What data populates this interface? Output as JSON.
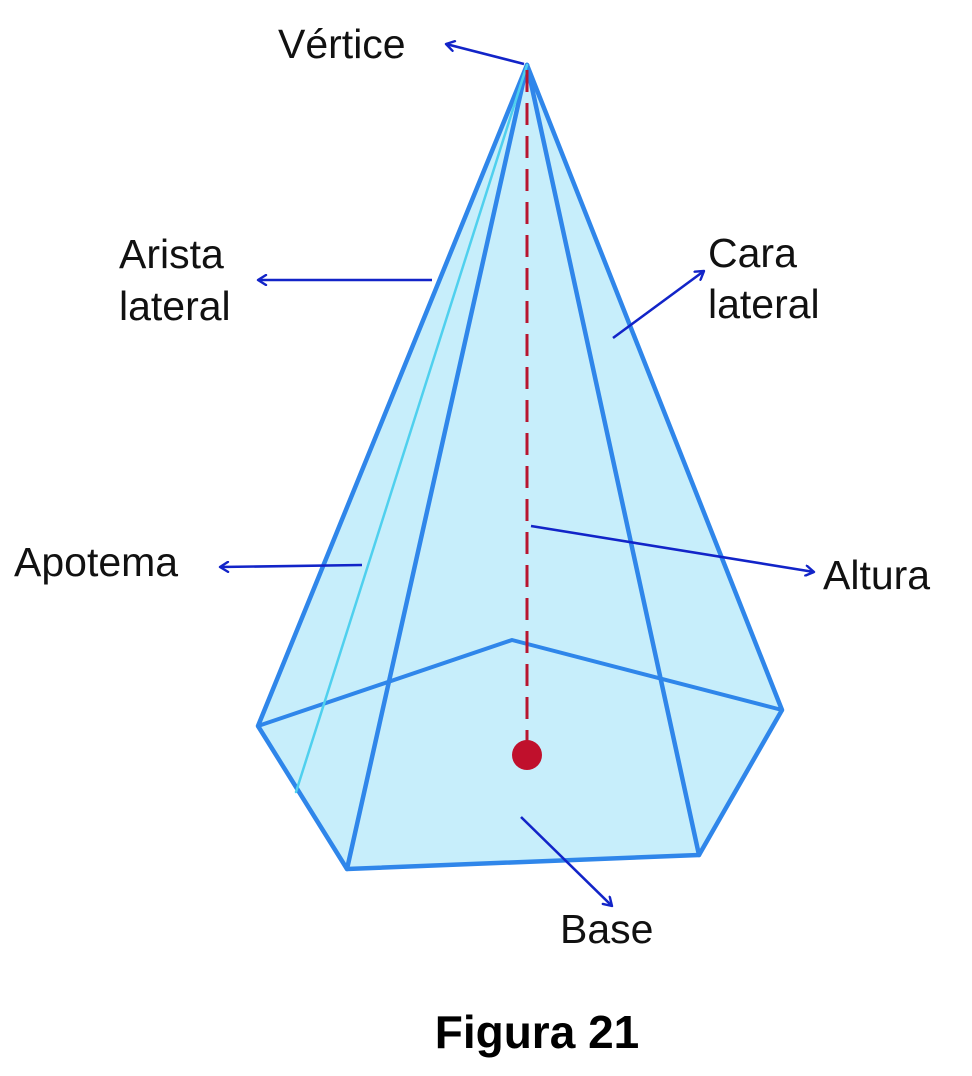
{
  "labels": {
    "vertice": "Vértice",
    "arista_line1": "Arista",
    "arista_line2": "lateral",
    "cara_line1": "Cara",
    "cara_line2": "lateral",
    "apotema": "Apotema",
    "altura": "Altura",
    "base": "Base"
  },
  "caption": "Figura 21",
  "colors": {
    "face_fill": "#c7eefb",
    "edge": "#2f86ea",
    "apothem_line": "#4fd0ee",
    "height_line": "#b8152f",
    "arrow": "#1224c8",
    "text": "#111111"
  }
}
